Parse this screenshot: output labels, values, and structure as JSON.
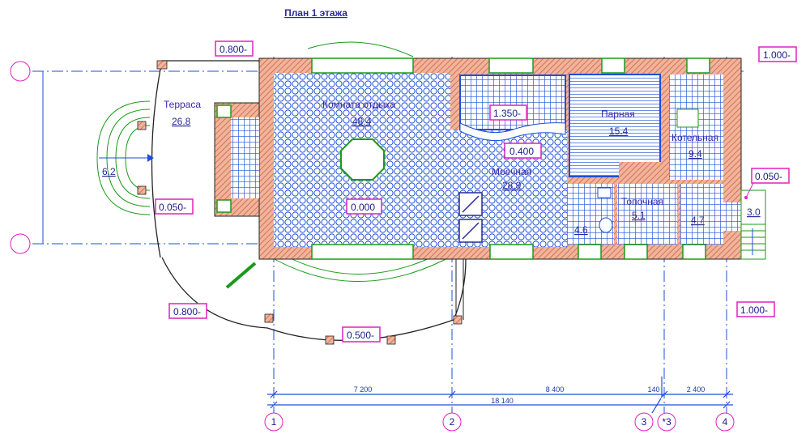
{
  "title": "План 1 этажа",
  "rooms": {
    "terrace": {
      "name": "Терраса",
      "area": "26.8"
    },
    "rest": {
      "name": "Комната отдыха",
      "area": "48.4"
    },
    "steam": {
      "name": "Парная",
      "area": "15.4"
    },
    "boiler": {
      "name": "Котельная",
      "area": "9.4"
    },
    "wash": {
      "name": "Моечная",
      "area": "28.9"
    },
    "furnace": {
      "name": "Топочная",
      "area": "5.1"
    },
    "wc": {
      "area": "4.6"
    },
    "hall": {
      "area": "4.7"
    },
    "porch": {
      "area": "3.0"
    },
    "steps": {
      "area": "6.2"
    }
  },
  "levels": [
    "0.800-",
    "1.000-",
    "1.350-",
    "0.400",
    "0.050-",
    "0.050-",
    "0.000",
    "0.800-",
    "0.500-",
    "1.000-"
  ],
  "dimensions": {
    "d1": "7 200",
    "d2": "8 400",
    "d3": "140",
    "d4": "2 400",
    "total": "18 140"
  },
  "axes": [
    "1",
    "2",
    "3",
    "*3",
    "4"
  ],
  "colors": {
    "wall": "#e8967a",
    "tile": "#1d4fd8",
    "annotation": "#e020c0",
    "window": "#1a9a1a"
  }
}
